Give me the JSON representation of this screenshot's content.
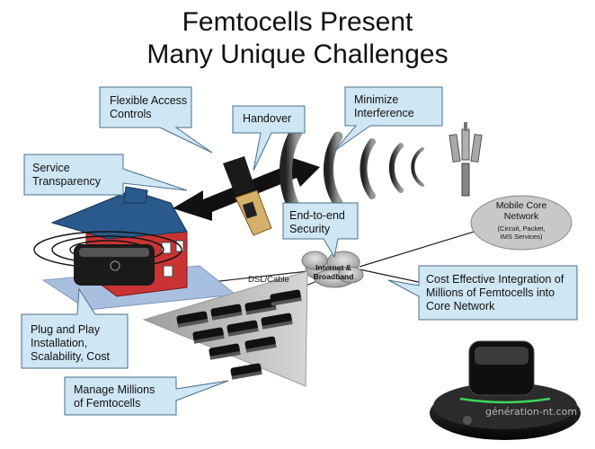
{
  "title": {
    "line1": "Femtocells Present",
    "line2": "Many Unique Challenges"
  },
  "callouts": {
    "flexible_access": [
      "Flexible Access",
      "Controls"
    ],
    "handover": [
      "Handover"
    ],
    "minimize_interference": [
      "Minimize",
      "Interference"
    ],
    "service_transparency": [
      "Service",
      "Transparency"
    ],
    "end_to_end_security": [
      "End-to-end",
      "Security"
    ],
    "cost_effective": [
      "Cost Effective Integration of",
      "Millions of Femtocells into",
      "Core Network"
    ],
    "plug_and_play": [
      "Plug and Play",
      "Installation,",
      "Scalability, Cost"
    ],
    "manage_millions": [
      "Manage Millions",
      "of Femtocells"
    ]
  },
  "mobile_core": {
    "title": [
      "Mobile Core",
      "Network"
    ],
    "sub": [
      "(Circuit, Packet,",
      "IMS Services)"
    ]
  },
  "internet_cloud": [
    "Internet &",
    "Broadband"
  ],
  "dsl_label": "DSL/Cable",
  "watermark": "génération-nt.com",
  "colors": {
    "callout_fill": "#cfe6f4",
    "callout_stroke": "#4a6f88",
    "network_fill": "#c8c8c8",
    "house_roof": "#2a5a8c",
    "house_wall": "#c93333",
    "lawn": "#a9bfe0",
    "device": "#1a1a1a"
  }
}
